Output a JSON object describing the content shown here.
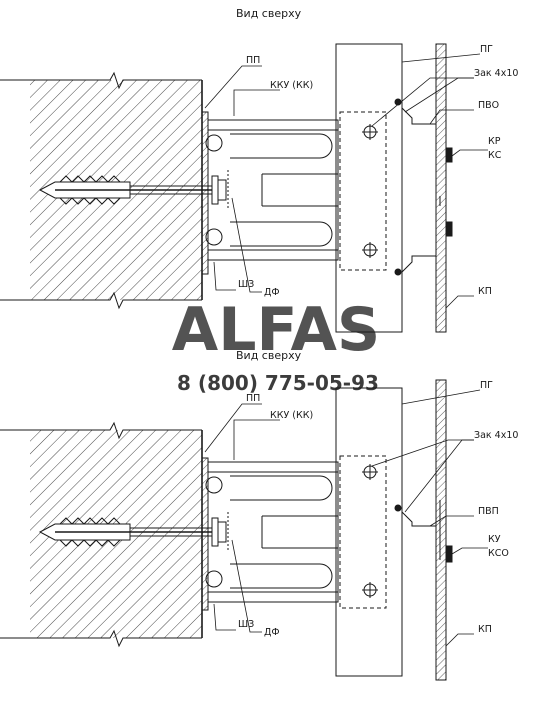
{
  "drawing": {
    "top": {
      "title": "Вид сверху",
      "labels": {
        "pp": "ПП",
        "kku": "ККУ (КК)",
        "pg": "ПГ",
        "zak": "Зак 4х10",
        "pv": "ПВО",
        "kr": "КР",
        "ks": "КС",
        "kp": "КП",
        "shz": "ШЗ",
        "df": "ДФ"
      }
    },
    "bottom": {
      "title": "Вид сверху",
      "labels": {
        "pp": "ПП",
        "kku": "ККУ (КК)",
        "pg": "ПГ",
        "zak": "Зак 4х10",
        "pv": "ПВП",
        "kr": "КУ",
        "ks": "КСО",
        "kp": "КП",
        "shz": "ШЗ",
        "df": "ДФ"
      }
    }
  },
  "watermark": {
    "brand": "ALFAS",
    "phone": "8 (800) 775-05-93"
  },
  "colors": {
    "line": "#1a1a1a",
    "watermark": "#c8c8c8"
  }
}
